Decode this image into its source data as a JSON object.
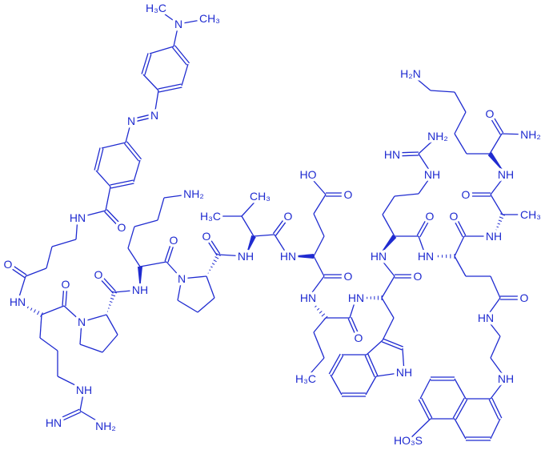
{
  "colors": {
    "ink": "#1f2bd0",
    "background": "#ffffff"
  },
  "labels": [
    "H₃C",
    "N",
    "CH₃",
    "N",
    "N",
    "O",
    "HN",
    "O",
    "HN",
    "O",
    "N",
    "NH",
    "HN",
    "NH₂",
    "O",
    "NH",
    "NH₂",
    "O",
    "N",
    "O",
    "NH",
    "H₃C",
    "CH₃",
    "O",
    "HN",
    "HO",
    "O",
    "O",
    "HN",
    "O",
    "H₃C",
    "HN",
    "NH",
    "O",
    "HN",
    "O",
    "HN",
    "NH",
    "HN",
    "NH₂",
    "O",
    "HN",
    "NH",
    "O",
    "NH",
    "CH₃",
    "O",
    "NH",
    "O",
    "NH₂",
    "H₂N",
    "HO₃S"
  ]
}
